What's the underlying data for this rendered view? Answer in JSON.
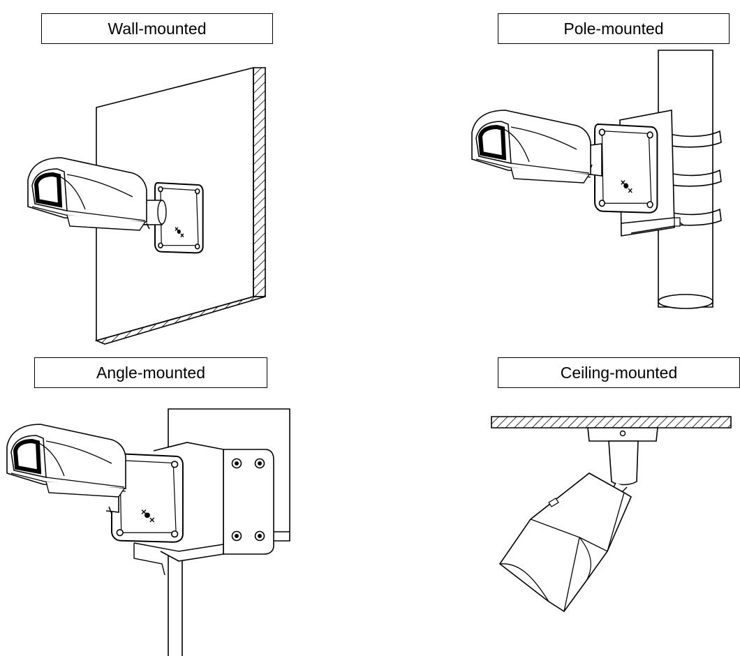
{
  "labels": {
    "wall": "Wall-mounted",
    "pole": "Pole-mounted",
    "angle": "Angle-mounted",
    "ceiling": "Ceiling-mounted"
  },
  "colors": {
    "line": "#000000",
    "background": "#ffffff"
  }
}
